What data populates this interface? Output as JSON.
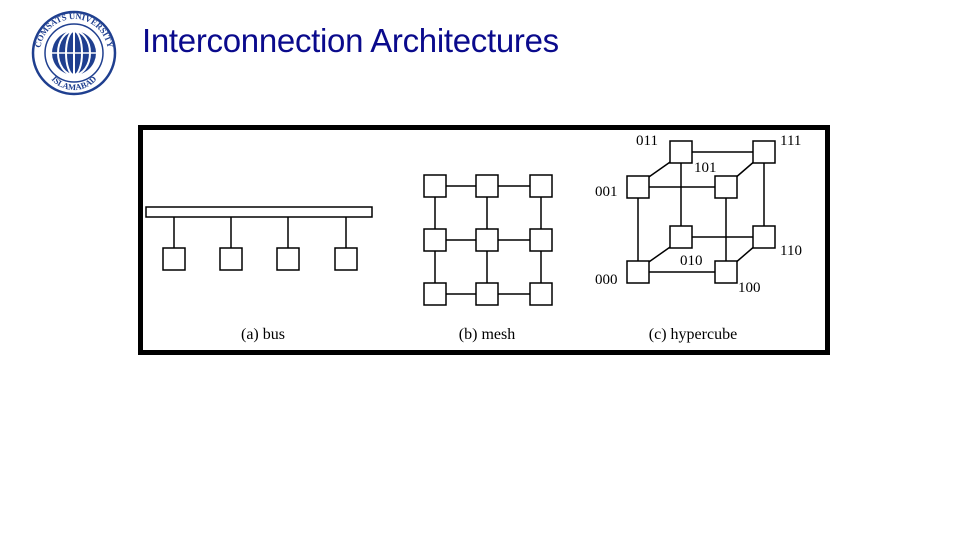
{
  "slide": {
    "title": "Interconnection Architectures",
    "logo_text": {
      "top": "COMSATS UNIVERSITY",
      "bottom": "ISLAMABAD"
    }
  },
  "figure": {
    "captions": {
      "bus": "(a) bus",
      "mesh": "(b) mesh",
      "hypercube": "(c) hypercube"
    },
    "hypercube_labels": {
      "n000": "000",
      "n001": "001",
      "n010": "010",
      "n011": "011",
      "n100": "100",
      "n101": "101",
      "n110": "110",
      "n111": "111"
    }
  },
  "colors": {
    "title": "#0a0a8c",
    "logo_blue": "#1f3f8f",
    "frame": "#000000"
  }
}
